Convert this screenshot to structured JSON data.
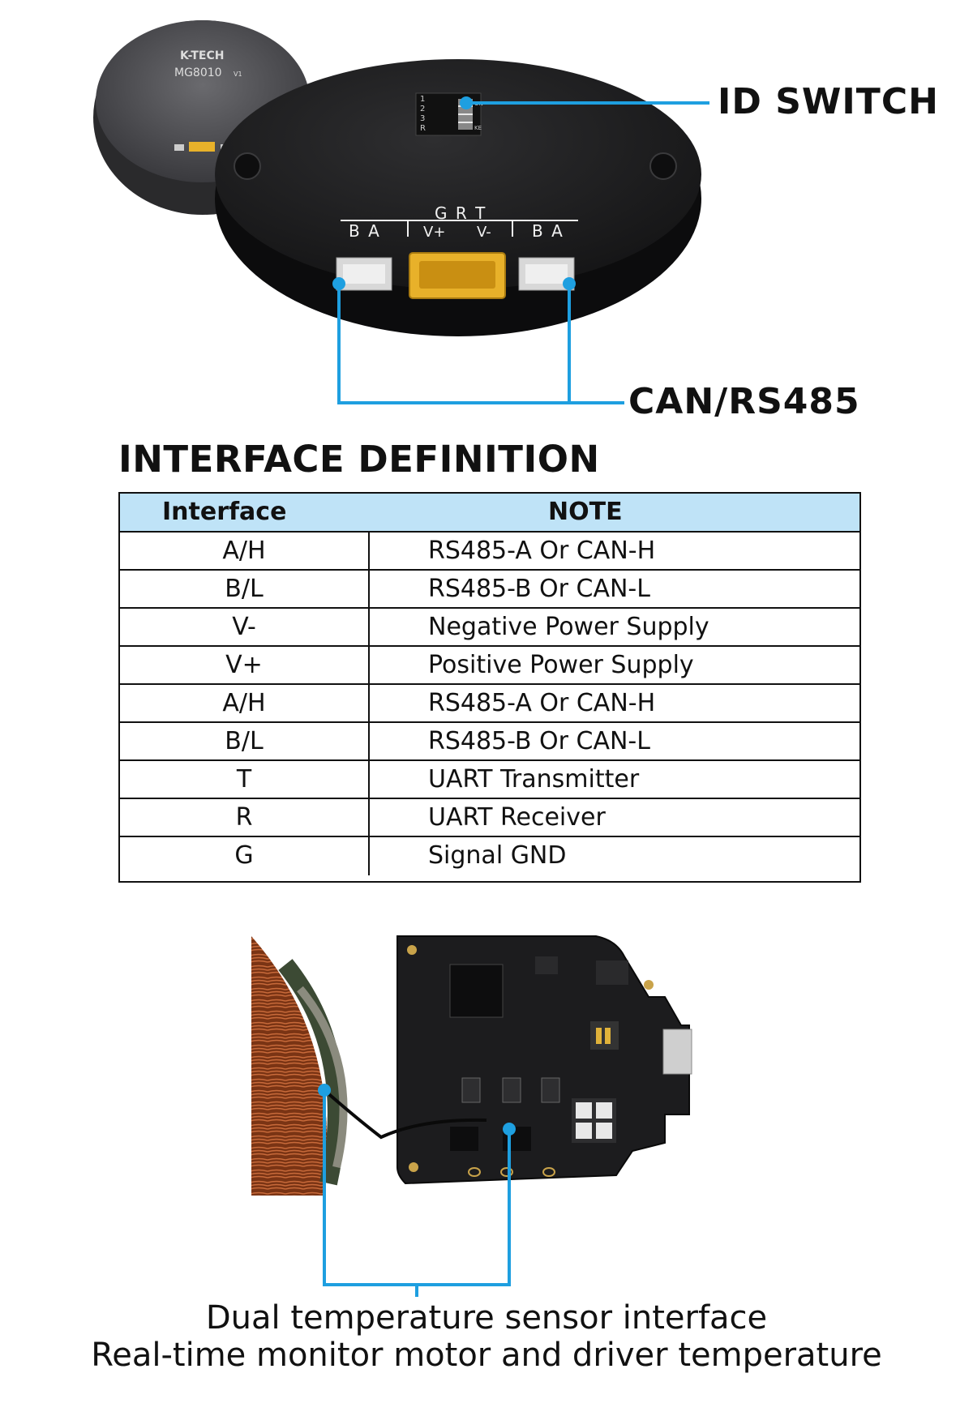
{
  "motor_photo": {
    "brand": "K-TECH",
    "model": "MG8010",
    "version": "V1",
    "switch_labels": [
      "1",
      "2",
      "3",
      "R"
    ],
    "switch_on": "ON",
    "switch_ke": "KE",
    "port_labels": {
      "grt": "G R T",
      "ba_left": "B A",
      "vplus": "V+",
      "vminus": "V-",
      "ba_right": "B A"
    }
  },
  "callouts": {
    "id_switch": "ID SWITCH",
    "can_rs485": "CAN/RS485"
  },
  "section_title": "INTERFACE DEFINITION",
  "table": {
    "header": {
      "col1": "Interface",
      "col2": "NOTE"
    },
    "rows": [
      {
        "interface": "A/H",
        "note": "RS485-A Or CAN-H"
      },
      {
        "interface": "B/L",
        "note": "RS485-B Or CAN-L"
      },
      {
        "interface": "V-",
        "note": "Negative Power Supply"
      },
      {
        "interface": "V+",
        "note": "Positive Power Supply"
      },
      {
        "interface": "A/H",
        "note": "RS485-A Or CAN-H"
      },
      {
        "interface": "B/L",
        "note": "RS485-B Or CAN-L"
      },
      {
        "interface": "T",
        "note": "UART Transmitter"
      },
      {
        "interface": "R",
        "note": "UART Receiver"
      },
      {
        "interface": "G",
        "note": "Signal GND"
      }
    ]
  },
  "caption": {
    "line1": "Dual temperature sensor interface",
    "line2": "Real-time monitor motor and driver temperature"
  },
  "colors": {
    "callout_line": "#1e9fe0",
    "table_header": "#bfe3f7",
    "connector_gold": "#e8b12a",
    "pcb": "#1c1c1e",
    "coil_copper": "#9a4a22"
  }
}
